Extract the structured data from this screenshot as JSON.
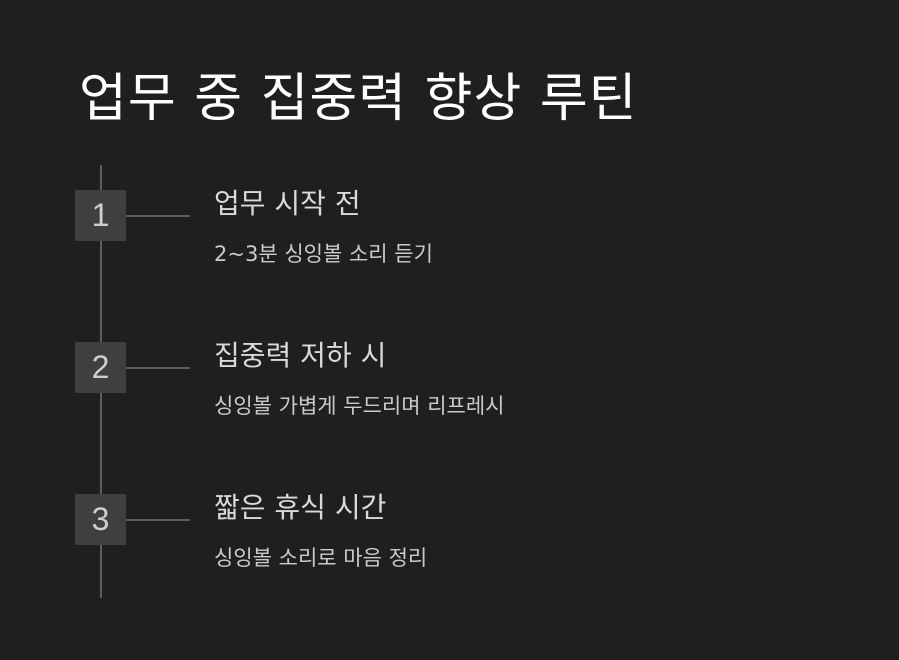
{
  "title": "업무 중 집중력 향상 루틴",
  "steps": [
    {
      "number": "1",
      "title": "업무 시작 전",
      "description": "2~3분 싱잉볼 소리 듣기"
    },
    {
      "number": "2",
      "title": "집중력 저하 시",
      "description": "싱잉볼 가볍게 두드리며 리프레시"
    },
    {
      "number": "3",
      "title": "짧은 휴식 시간",
      "description": "싱잉볼 소리로 마음 정리"
    }
  ]
}
